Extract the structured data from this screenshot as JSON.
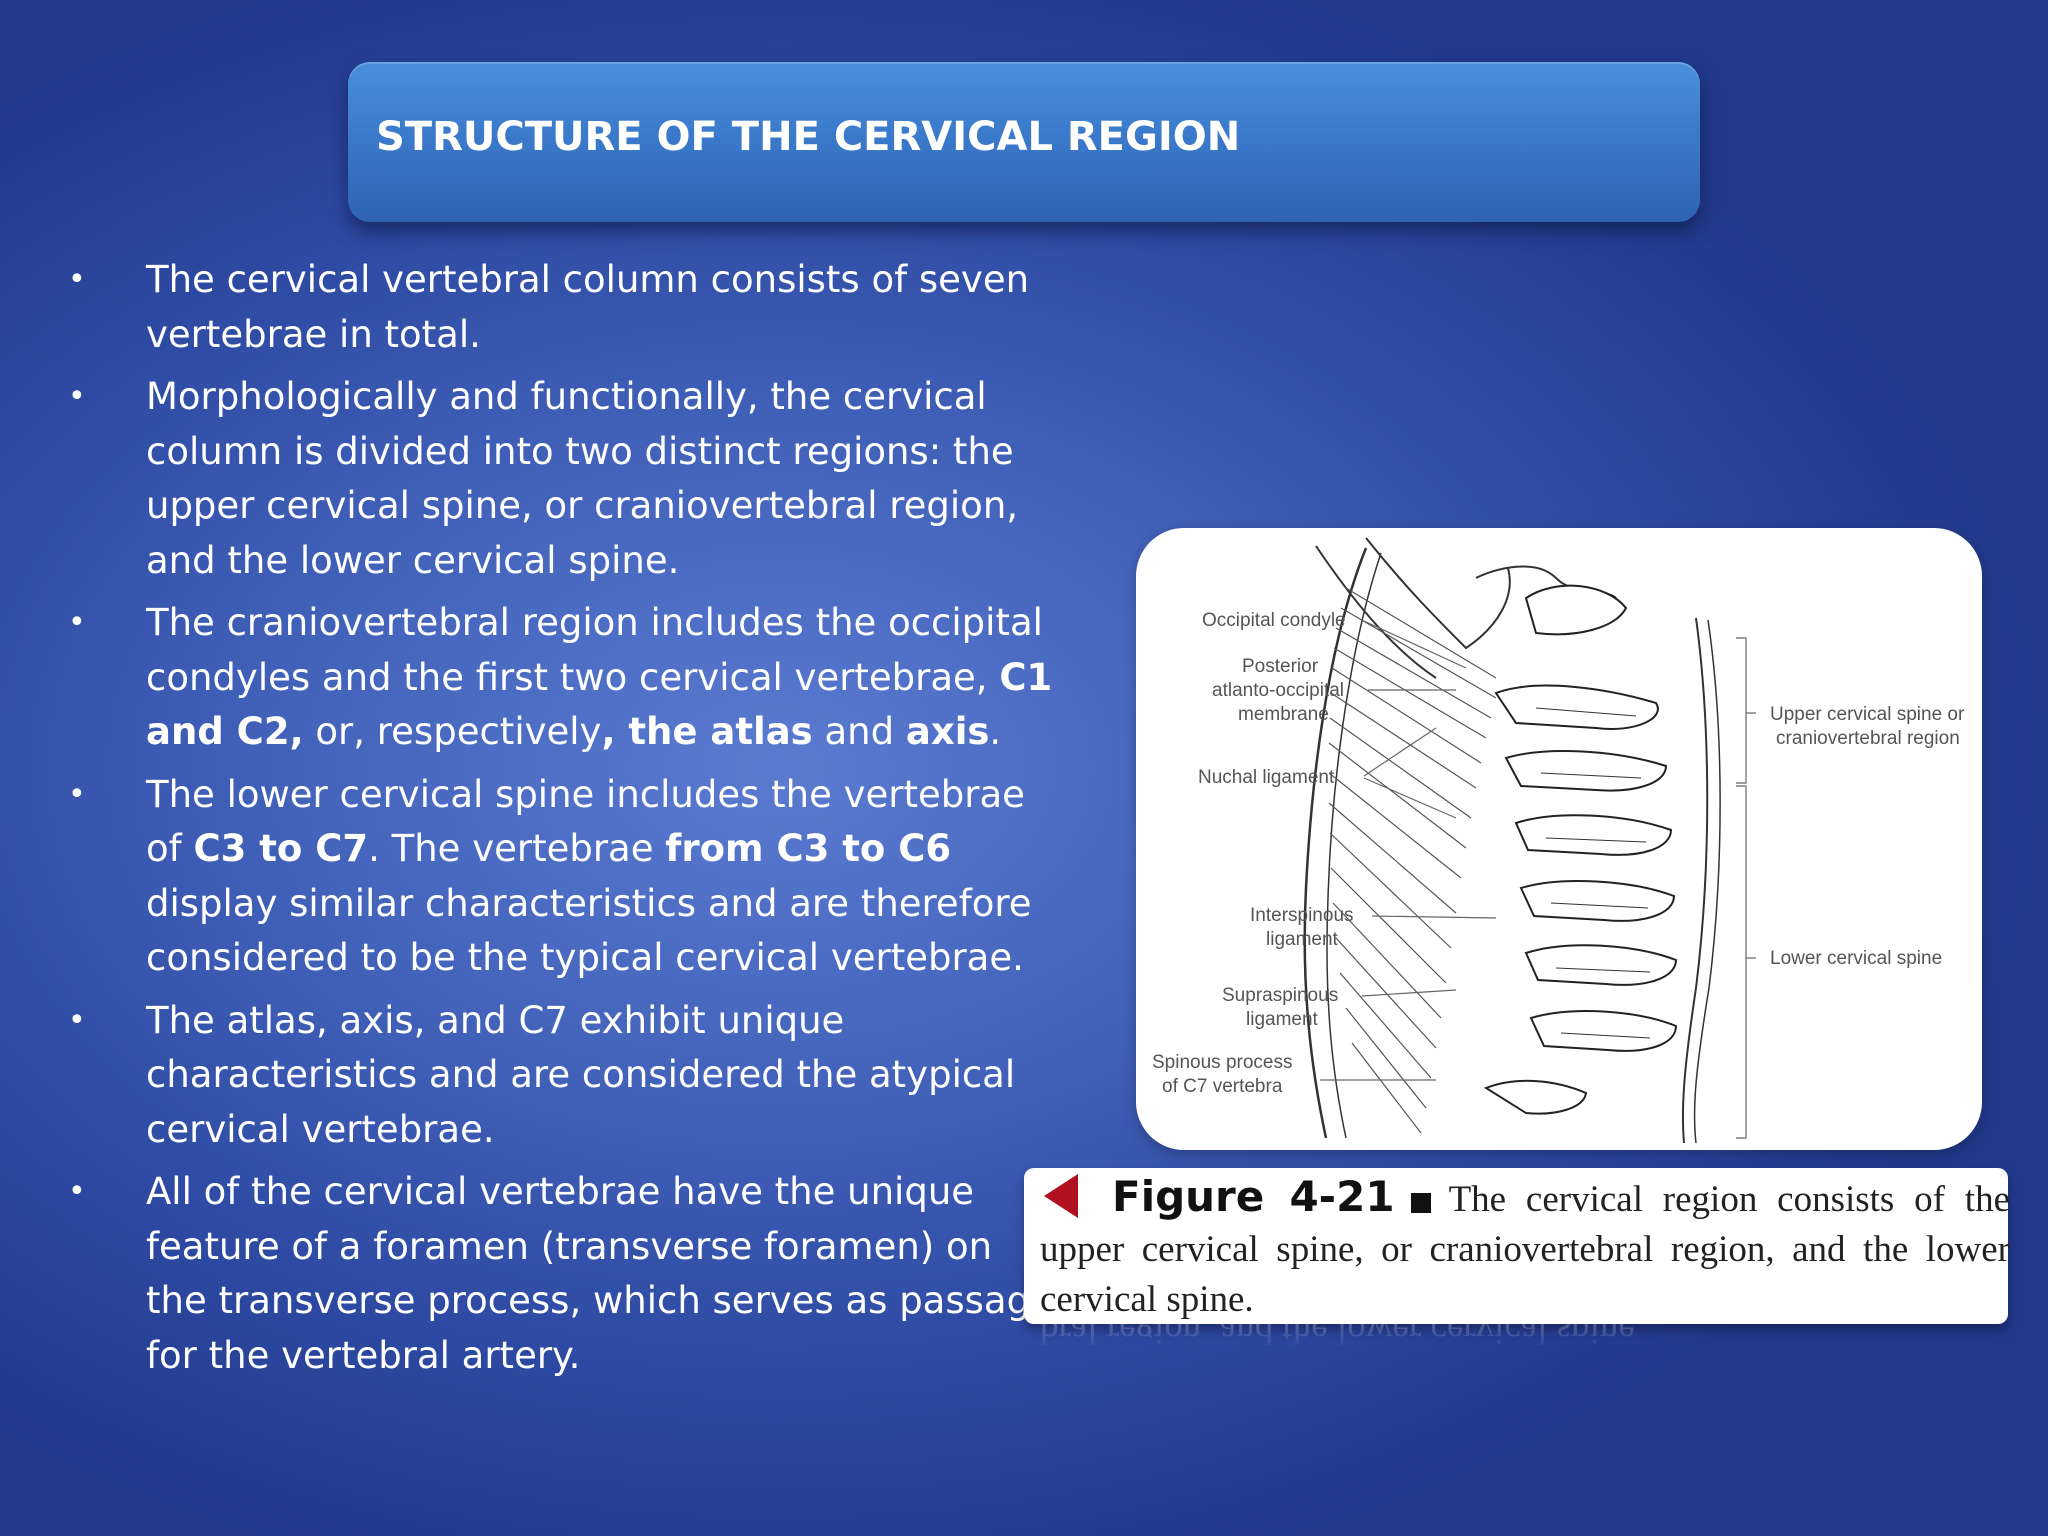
{
  "slide": {
    "title": "STRUCTURE OF THE CERVICAL REGION",
    "bullets": [
      {
        "parts": [
          {
            "t": "The cervical vertebral column consists of seven vertebrae in total."
          }
        ]
      },
      {
        "parts": [
          {
            "t": " Morphologically and functionally, the cervical column is divided into two distinct regions: the upper cervical spine, or craniovertebral region, and the lower cervical spine."
          }
        ]
      },
      {
        "parts": [
          {
            "t": " The craniovertebral region includes the occipital condyles and the first two cervical vertebrae, "
          },
          {
            "t": "C1 and C2,",
            "b": true
          },
          {
            "t": " or, respectively"
          },
          {
            "t": ", the atlas",
            "b": true
          },
          {
            "t": " and "
          },
          {
            "t": "axis",
            "b": true
          },
          {
            "t": "."
          }
        ]
      },
      {
        "parts": [
          {
            "t": " The lower cervical spine includes the vertebrae of "
          },
          {
            "t": "C3 to C7",
            "b": true
          },
          {
            "t": ". The vertebrae "
          },
          {
            "t": "from C3 to C6",
            "b": true
          },
          {
            "t": " display similar characteristics and are therefore considered to be the typical cervical vertebrae."
          }
        ]
      },
      {
        "parts": [
          {
            "t": "The atlas, axis, and C7 exhibit unique characteristics and are considered the atypical cervical vertebrae."
          }
        ]
      },
      {
        "parts": [
          {
            "t": " All of the cervical vertebrae have the unique feature of a foramen (transverse foramen) on the transverse process, which serves as passage for the vertebral artery."
          }
        ]
      }
    ],
    "bullet_symbol": "•"
  },
  "figure": {
    "labels": {
      "occipital_condyle": "Occipital condyle",
      "posterior_membrane_1": "Posterior",
      "posterior_membrane_2": "atlanto-occipital",
      "posterior_membrane_3": "membrane",
      "nuchal_ligament": "Nuchal ligament",
      "interspinous_1": "Interspinous",
      "interspinous_2": "ligament",
      "supraspinous_1": "Supraspinous",
      "supraspinous_2": "ligament",
      "spinous_process_1": "Spinous process",
      "spinous_process_2": "of C7 vertebra",
      "upper_cervical_1": "Upper cervical spine or",
      "upper_cervical_2": "craniovertebral region",
      "lower_cervical": "Lower cervical spine"
    },
    "caption": {
      "number": "Figure 4-21",
      "text": "The cervical region consists of the upper cervical spine, or craniovertebral region, and the lower cervical spine.",
      "reflection": "bral region, and the lower cervical spine."
    }
  },
  "colors": {
    "background": "#3f5fb8",
    "title_bar": "#3b7acb",
    "caption_arrow": "#b01020"
  }
}
